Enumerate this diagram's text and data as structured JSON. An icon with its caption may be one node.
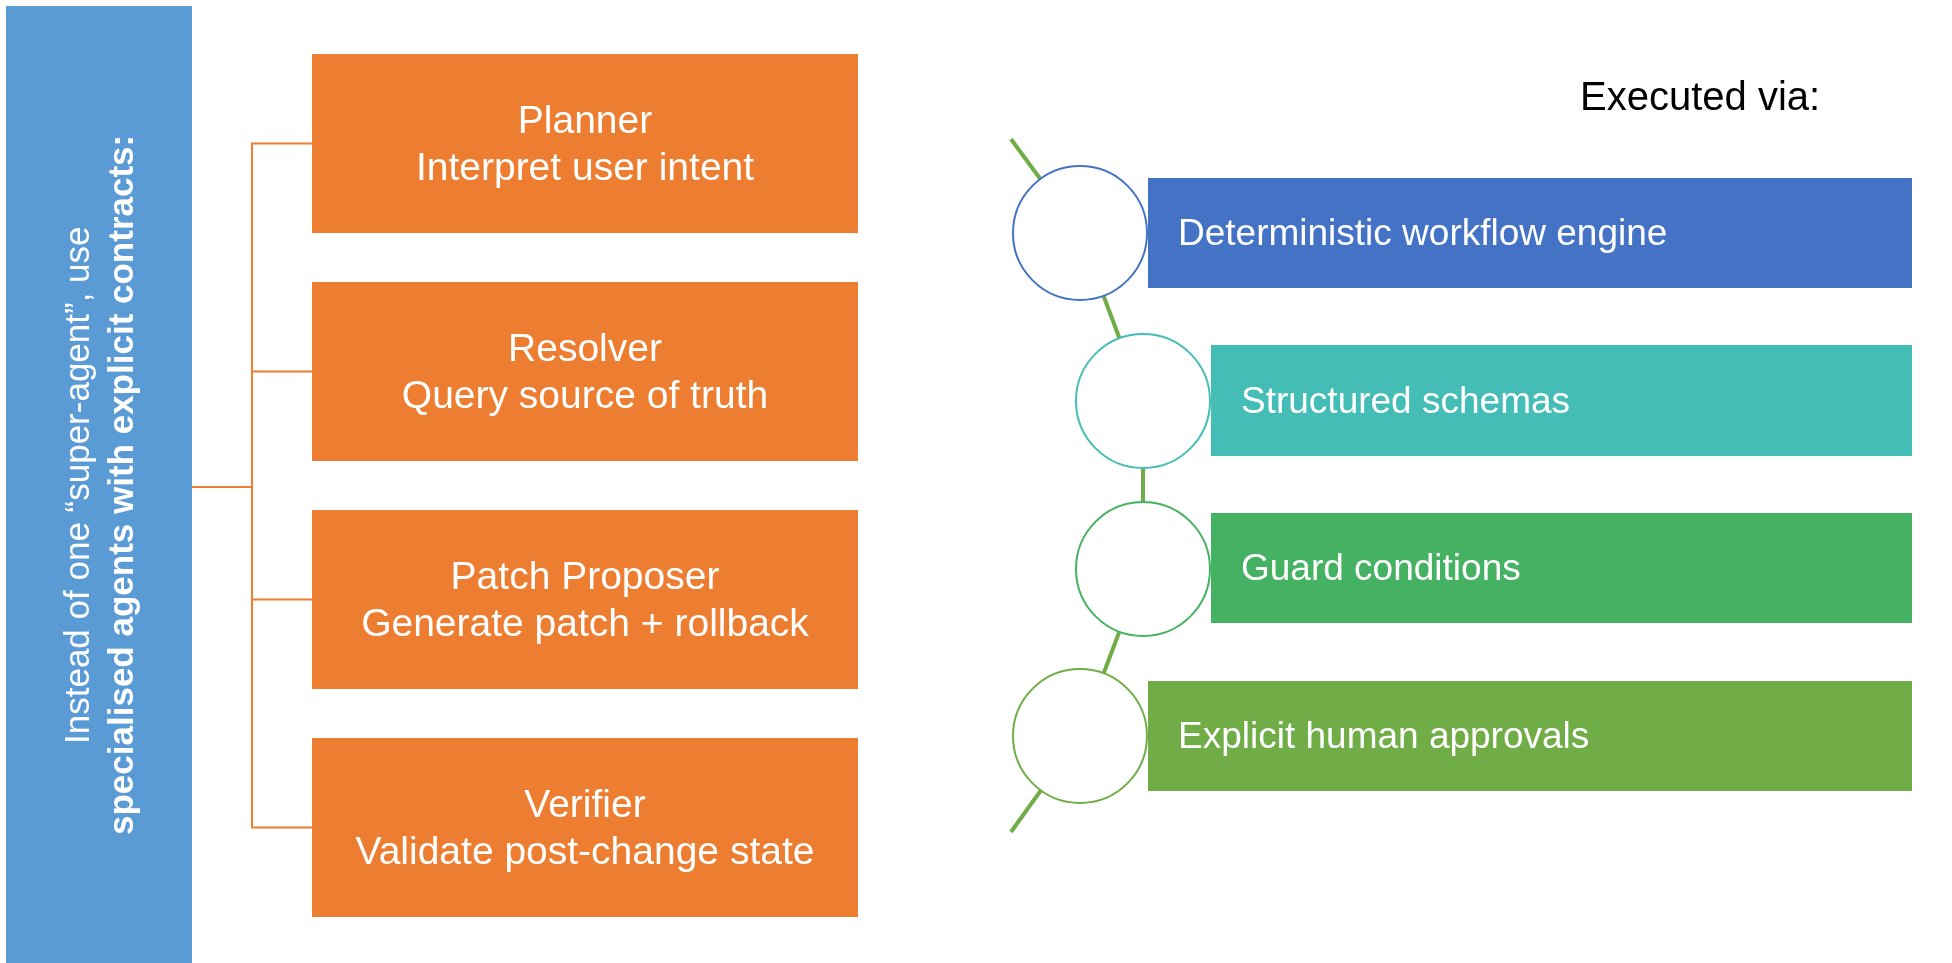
{
  "diagram": {
    "nodes": [
      {
        "text": [
          "Instead of one “super-agent”, use **specialised agents with explicit contracts:**"
        ]
      },
      {
        "text": [
          "Planner",
          "Interpret user intent"
        ]
      },
      {
        "text": [
          "Resolver",
          "Query source of truth"
        ]
      },
      {
        "text": [
          "Patch Proposer",
          "Generate patch + rollback"
        ]
      },
      {
        "text": [
          "Verifier",
          "Validate post-change state"
        ]
      },
      {
        "text": [],
        "shape": "circle"
      },
      {
        "text": [
          "Deterministic workflow engine"
        ]
      },
      {
        "text": [],
        "shape": "circle"
      },
      {
        "text": [
          "Structured schemas"
        ]
      },
      {
        "text": [],
        "shape": "circle"
      },
      {
        "text": [
          "Guard conditions"
        ]
      },
      {
        "text": [],
        "shape": "circle"
      },
      {
        "text": [
          "Explicit human approvals"
        ]
      }
    ],
    "edges": [
      {
        "from": 0,
        "to": 1,
        "arrow": "none",
        "color": "#ed7d31"
      },
      {
        "from": 0,
        "to": 2,
        "arrow": "none",
        "color": "#ed7d31"
      },
      {
        "from": 0,
        "to": 3,
        "arrow": "none",
        "color": "#ed7d31"
      },
      {
        "from": 0,
        "to": 4,
        "arrow": "none",
        "color": "#ed7d31"
      },
      {
        "from": null,
        "to": 5,
        "arrow": "none"
      },
      {
        "from": 5,
        "to": 7,
        "arrow": "none"
      },
      {
        "from": 7,
        "to": 9,
        "arrow": "none"
      },
      {
        "from": 9,
        "to": 11,
        "arrow": "none"
      },
      {
        "from": 11,
        "to": null,
        "arrow": "none"
      }
    ],
    "labels": [
      "Executed via:"
    ]
  }
}
